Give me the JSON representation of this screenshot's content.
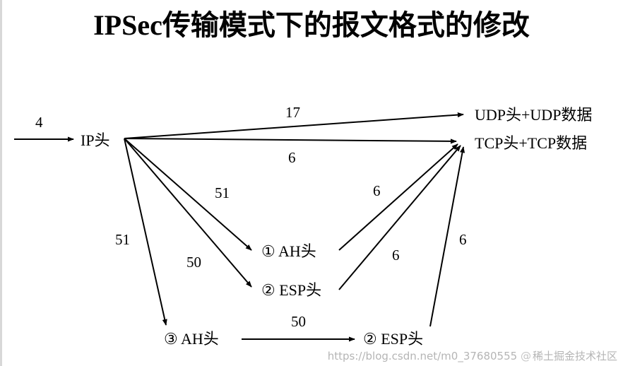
{
  "title": "IPSec传输模式下的报文格式的修改",
  "nodes": {
    "ip": "IP头",
    "udp": "UDP头+UDP数据",
    "tcp": "TCP头+TCP数据",
    "ah1": "① AH头",
    "esp2": "② ESP头",
    "ah3": "③ AH头",
    "esp3": "② ESP头"
  },
  "edges": {
    "in_ip": "4",
    "ip_udp": "17",
    "ip_tcp": "6",
    "ip_ah1": "51",
    "ip_esp2": "50",
    "ip_ah3": "51",
    "ah1_tcp": "6",
    "esp2_tcp": "6",
    "ah3_esp3": "50",
    "esp3_tcp": "6"
  },
  "watermark": {
    "brand": "稀土掘金技术社区",
    "url": "https://blog.csdn.net/m0_37680555"
  },
  "colors": {
    "ink": "#000000",
    "watermark": "#b5b5b5"
  }
}
